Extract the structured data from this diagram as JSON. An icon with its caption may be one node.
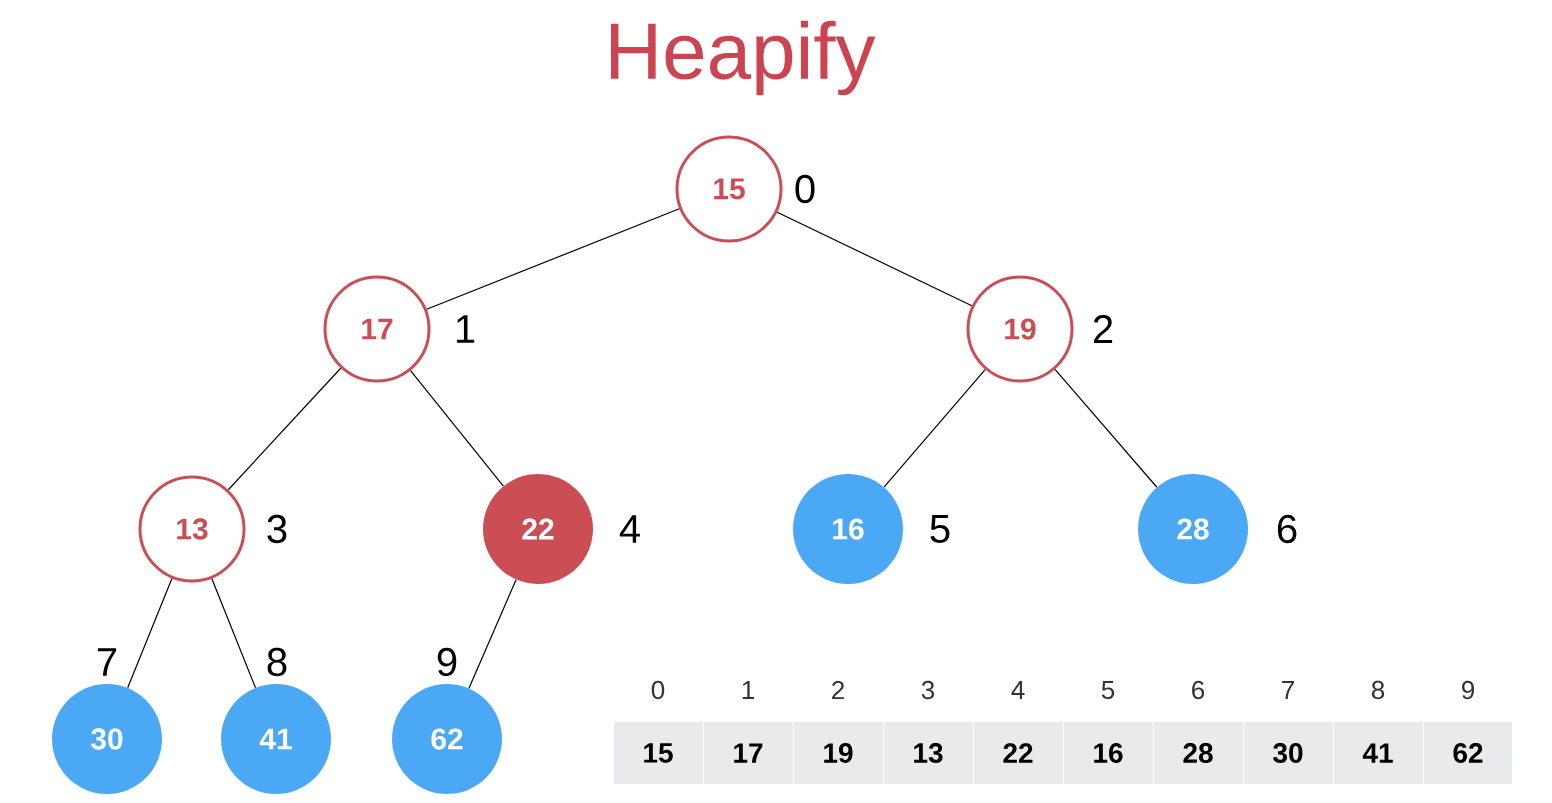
{
  "diagram": {
    "title": "Heapify",
    "nodes": [
      {
        "text": [
          "15"
        ],
        "beside": [
          "0"
        ]
      },
      {
        "text": [
          "17"
        ],
        "beside": [
          "1"
        ]
      },
      {
        "text": [
          "19"
        ],
        "beside": [
          "2"
        ]
      },
      {
        "text": [
          "13"
        ],
        "beside": [
          "3"
        ]
      },
      {
        "text": [
          "22"
        ],
        "beside": [
          "4"
        ]
      },
      {
        "text": [
          "16"
        ],
        "beside": [
          "5"
        ]
      },
      {
        "text": [
          "28"
        ],
        "beside": [
          "6"
        ]
      },
      {
        "text": [
          "30"
        ],
        "beside": [
          "7"
        ]
      },
      {
        "text": [
          "41"
        ],
        "beside": [
          "8"
        ]
      },
      {
        "text": [
          "62"
        ],
        "beside": [
          "9"
        ]
      }
    ],
    "edges": [
      {
        "from": 0,
        "to": 1,
        "arrow": "none"
      },
      {
        "from": 0,
        "to": 2,
        "arrow": "none"
      },
      {
        "from": 1,
        "to": 3,
        "arrow": "none"
      },
      {
        "from": 1,
        "to": 4,
        "arrow": "none"
      },
      {
        "from": 2,
        "to": 5,
        "arrow": "none"
      },
      {
        "from": 2,
        "to": 6,
        "arrow": "none"
      },
      {
        "from": 3,
        "to": 7,
        "arrow": "none"
      },
      {
        "from": 3,
        "to": 8,
        "arrow": "none"
      },
      {
        "from": 4,
        "to": 9,
        "arrow": "none"
      }
    ],
    "labels": [
      "0",
      "1",
      "2",
      "3",
      "4",
      "5",
      "6",
      "7",
      "8",
      "9",
      "15",
      "17",
      "19",
      "13",
      "22",
      "16",
      "28",
      "30",
      "41",
      "62"
    ]
  }
}
